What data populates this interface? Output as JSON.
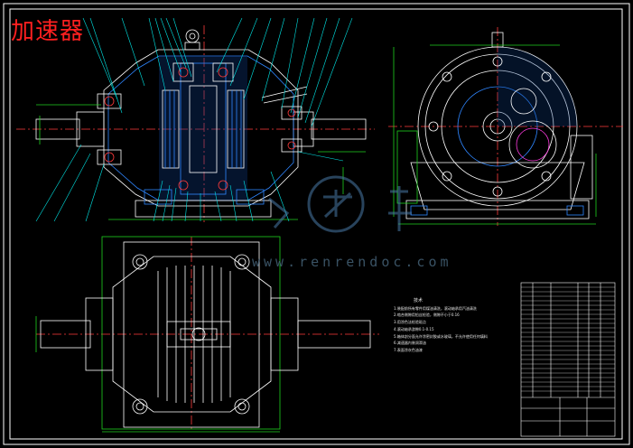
{
  "title": "加速器",
  "watermark": "www.renrendoc.com",
  "notes": {
    "heading": "技术",
    "lines": [
      "1.装配前所有零件用煤油清洗，滚动轴承用汽油清洗",
      "2.啮合侧隙用铅丝检验，侧隙不小于0.16",
      "3.用涂色法检验斑点",
      "4.滚动轴承游隙0.1-0.15",
      "5.箱体剖分面允许涂密封胶或水玻璃，不允许使用任何填料",
      "6.减速器内装润滑油",
      "7.表面涂灰色油漆"
    ]
  },
  "colors": {
    "background": "#000000",
    "outline": "#ffffff",
    "hatch": "#2f86ff",
    "leader": "#00e5e5",
    "center": "#ff3b3b",
    "dim": "#1fd11f",
    "alt": "#ff3ce0",
    "title": "#ff2020"
  },
  "icons": [
    "watermark-logo-icon"
  ]
}
